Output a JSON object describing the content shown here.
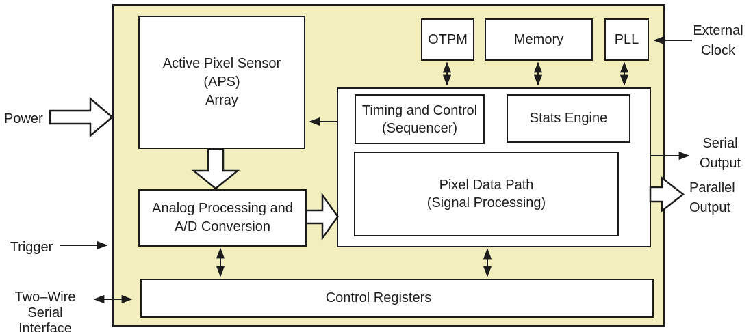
{
  "diagram": {
    "type": "block-diagram",
    "description": "Image sensor chip architecture block diagram",
    "colors": {
      "chip_background": "#f2eebe",
      "box_background": "#ffffff",
      "line": "#1c1c1c"
    },
    "blocks": {
      "aps": {
        "lines": [
          "Active Pixel Sensor",
          "(APS)",
          "Array"
        ]
      },
      "analog": {
        "lines": [
          "Analog Processing and",
          "A/D Conversion"
        ]
      },
      "otpm": {
        "label": "OTPM"
      },
      "memory": {
        "label": "Memory"
      },
      "pll": {
        "label": "PLL"
      },
      "timing": {
        "lines": [
          "Timing and Control",
          "(Sequencer)"
        ]
      },
      "stats": {
        "label": "Stats Engine"
      },
      "pixel_data_path": {
        "lines": [
          "Pixel Data Path",
          "(Signal Processing)"
        ]
      },
      "control_registers": {
        "label": "Control Registers"
      }
    },
    "external_labels": {
      "power": "Power",
      "trigger": "Trigger",
      "two_wire": {
        "lines": [
          "Two–Wire",
          "Serial Interface"
        ]
      },
      "external_clock": {
        "lines": [
          "External",
          "Clock"
        ]
      },
      "serial_output": {
        "lines": [
          "Serial",
          "Output"
        ]
      },
      "parallel_output": {
        "lines": [
          "Parallel",
          "Output"
        ]
      }
    },
    "arrows": [
      {
        "name": "power-input",
        "style": "hollow",
        "from": "Power",
        "to": "chip",
        "direction": "right"
      },
      {
        "name": "aps-to-analog",
        "style": "hollow",
        "from": "APS Array",
        "to": "Analog Processing",
        "direction": "down"
      },
      {
        "name": "analog-to-dsp",
        "style": "hollow",
        "from": "Analog Processing",
        "to": "Digital block",
        "direction": "right"
      },
      {
        "name": "parallel-output",
        "style": "hollow",
        "from": "Pixel Data Path",
        "to": "Parallel Output",
        "direction": "right"
      },
      {
        "name": "timing-to-aps",
        "style": "solid",
        "from": "Timing and Control",
        "to": "APS Array",
        "direction": "left"
      },
      {
        "name": "trigger-input",
        "style": "solid",
        "from": "Trigger",
        "to": "chip",
        "direction": "right"
      },
      {
        "name": "external-clock-input",
        "style": "solid",
        "from": "External Clock",
        "to": "PLL",
        "direction": "left"
      },
      {
        "name": "serial-output",
        "style": "solid",
        "from": "Pixel Data Path",
        "to": "Serial Output",
        "direction": "right"
      },
      {
        "name": "two-wire-interface",
        "style": "solid",
        "from": "Two-Wire Serial Interface",
        "to": "Control Registers",
        "direction": "both"
      },
      {
        "name": "otpm-bus",
        "style": "solid",
        "direction": "both"
      },
      {
        "name": "memory-bus",
        "style": "solid",
        "direction": "both"
      },
      {
        "name": "pll-bus",
        "style": "solid",
        "direction": "both"
      },
      {
        "name": "analog-control-bus",
        "style": "solid",
        "direction": "both"
      },
      {
        "name": "dsp-control-bus",
        "style": "solid",
        "direction": "both"
      }
    ]
  }
}
